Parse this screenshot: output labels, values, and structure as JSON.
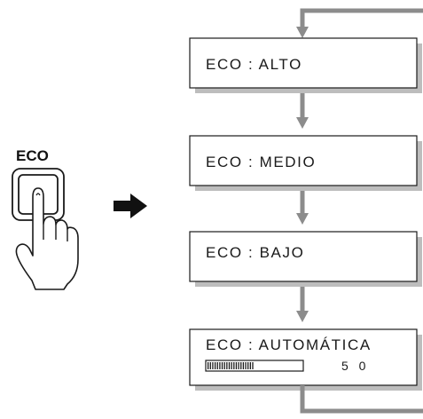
{
  "eco_button": {
    "label": "ECO"
  },
  "menu_boxes": [
    {
      "label": "ECO : ALTO"
    },
    {
      "label": "ECO : MEDIO"
    },
    {
      "label": "ECO : BAJO"
    },
    {
      "label": "ECO : AUTOMÁTICA",
      "level_value": "5 0",
      "level_fraction": 0.5
    }
  ],
  "colors": {
    "line": "#8c8c8c",
    "box_shade": "#bdbdbd",
    "box_fill": "#ffffff",
    "text": "#1a1a1a"
  }
}
